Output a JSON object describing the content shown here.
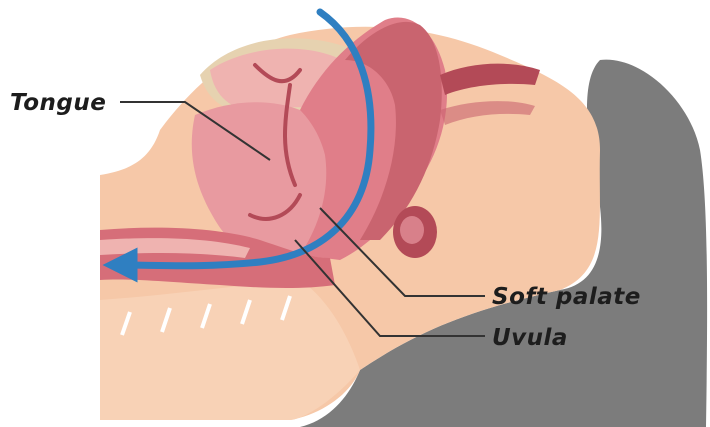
{
  "labels": {
    "tongue": "Tongue",
    "soft_palate": "Soft palate",
    "uvula": "Uvula"
  },
  "colors": {
    "skin": "#f6c8a8",
    "tissue": "#e89aa0",
    "tissue_dark": "#c9646f",
    "tissue_deep": "#b34a57",
    "pillow": "#7c7c7c",
    "bone": "#e6d2b0",
    "airflow": "#2f7fc1",
    "leader_line": "#333333",
    "background": "#ffffff"
  },
  "icons": {
    "airflow_arrow": "arrow-down-curved-icon"
  }
}
